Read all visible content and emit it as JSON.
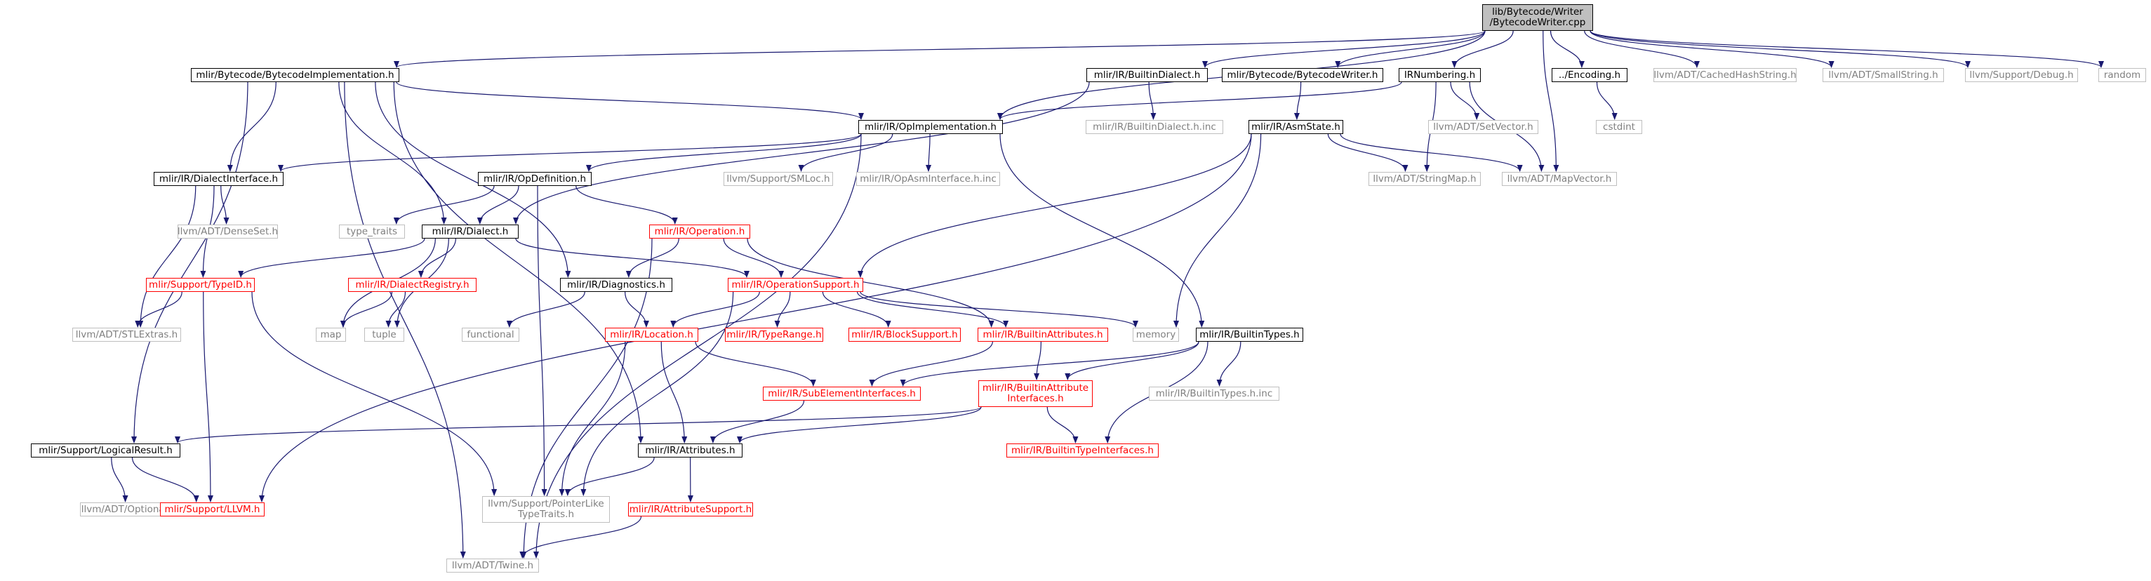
{
  "colors": {
    "edge": "#191970",
    "normal_border": "#000000",
    "missing_border": "#ff0000",
    "external_border": "#bfbfbf",
    "root_fill": "#bfbfbf"
  },
  "nodes": {
    "bytecode_writer_cpp": {
      "label": "lib/Bytecode/Writer\n/BytecodeWriter.cpp",
      "kind": "root"
    },
    "bytecode_implementation_h": {
      "label": "mlir/Bytecode/BytecodeImplementation.h",
      "kind": "normal"
    },
    "builtin_dialect_h": {
      "label": "mlir/IR/BuiltinDialect.h",
      "kind": "normal"
    },
    "bytecode_writer_h": {
      "label": "mlir/Bytecode/BytecodeWriter.h",
      "kind": "normal"
    },
    "ir_numbering_h": {
      "label": "IRNumbering.h",
      "kind": "normal"
    },
    "encoding_h": {
      "label": "../Encoding.h",
      "kind": "normal"
    },
    "cached_hash_string_h": {
      "label": "llvm/ADT/CachedHashString.h",
      "kind": "external"
    },
    "small_string_h": {
      "label": "llvm/ADT/SmallString.h",
      "kind": "external"
    },
    "debug_h": {
      "label": "llvm/Support/Debug.h",
      "kind": "external"
    },
    "random": {
      "label": "random",
      "kind": "external"
    },
    "op_implementation_h": {
      "label": "mlir/IR/OpImplementation.h",
      "kind": "normal"
    },
    "builtin_dialect_h_inc": {
      "label": "mlir/IR/BuiltinDialect.h.inc",
      "kind": "external"
    },
    "asm_state_h": {
      "label": "mlir/IR/AsmState.h",
      "kind": "normal"
    },
    "set_vector_h": {
      "label": "llvm/ADT/SetVector.h",
      "kind": "external"
    },
    "cstdint": {
      "label": "cstdint",
      "kind": "external"
    },
    "dialect_interface_h": {
      "label": "mlir/IR/DialectInterface.h",
      "kind": "normal"
    },
    "op_definition_h": {
      "label": "mlir/IR/OpDefinition.h",
      "kind": "normal"
    },
    "sm_loc_h": {
      "label": "llvm/Support/SMLoc.h",
      "kind": "external"
    },
    "op_asm_interface_h_inc": {
      "label": "mlir/IR/OpAsmInterface.h.inc",
      "kind": "external"
    },
    "string_map_h": {
      "label": "llvm/ADT/StringMap.h",
      "kind": "external"
    },
    "map_vector_h": {
      "label": "llvm/ADT/MapVector.h",
      "kind": "external"
    },
    "dense_set_h": {
      "label": "llvm/ADT/DenseSet.h",
      "kind": "external"
    },
    "type_traits": {
      "label": "type_traits",
      "kind": "external"
    },
    "dialect_h": {
      "label": "mlir/IR/Dialect.h",
      "kind": "normal"
    },
    "operation_h": {
      "label": "mlir/IR/Operation.h",
      "kind": "missing"
    },
    "type_id_h": {
      "label": "mlir/Support/TypeID.h",
      "kind": "missing"
    },
    "dialect_registry_h": {
      "label": "mlir/IR/DialectRegistry.h",
      "kind": "missing"
    },
    "diagnostics_h": {
      "label": "mlir/IR/Diagnostics.h",
      "kind": "normal"
    },
    "operation_support_h": {
      "label": "mlir/IR/OperationSupport.h",
      "kind": "missing"
    },
    "stl_extras_h": {
      "label": "llvm/ADT/STLExtras.h",
      "kind": "external"
    },
    "map": {
      "label": "map",
      "kind": "external"
    },
    "tuple": {
      "label": "tuple",
      "kind": "external"
    },
    "functional": {
      "label": "functional",
      "kind": "external"
    },
    "location_h": {
      "label": "mlir/IR/Location.h",
      "kind": "missing"
    },
    "type_range_h": {
      "label": "mlir/IR/TypeRange.h",
      "kind": "missing"
    },
    "block_support_h": {
      "label": "mlir/IR/BlockSupport.h",
      "kind": "missing"
    },
    "builtin_attributes_h": {
      "label": "mlir/IR/BuiltinAttributes.h",
      "kind": "missing"
    },
    "memory": {
      "label": "memory",
      "kind": "external"
    },
    "builtin_types_h": {
      "label": "mlir/IR/BuiltinTypes.h",
      "kind": "normal"
    },
    "sub_element_interfaces_h": {
      "label": "mlir/IR/SubElementInterfaces.h",
      "kind": "missing"
    },
    "builtin_attribute_interfaces_h": {
      "label": "mlir/IR/BuiltinAttribute\nInterfaces.h",
      "kind": "missing"
    },
    "builtin_types_h_inc": {
      "label": "mlir/IR/BuiltinTypes.h.inc",
      "kind": "external"
    },
    "logical_result_h": {
      "label": "mlir/Support/LogicalResult.h",
      "kind": "normal"
    },
    "attributes_h": {
      "label": "mlir/IR/Attributes.h",
      "kind": "normal"
    },
    "builtin_type_interfaces_h": {
      "label": "mlir/IR/BuiltinTypeInterfaces.h",
      "kind": "missing"
    },
    "optional_h": {
      "label": "llvm/ADT/Optional.h",
      "kind": "external"
    },
    "support_llvm_h": {
      "label": "mlir/Support/LLVM.h",
      "kind": "missing"
    },
    "pointer_like_type_traits_h": {
      "label": "llvm/Support/PointerLike\nTypeTraits.h",
      "kind": "external"
    },
    "attribute_support_h": {
      "label": "mlir/IR/AttributeSupport.h",
      "kind": "missing"
    },
    "twine_h": {
      "label": "llvm/ADT/Twine.h",
      "kind": "external"
    }
  },
  "edges": [
    [
      "bytecode_writer_cpp",
      "bytecode_implementation_h"
    ],
    [
      "bytecode_writer_cpp",
      "builtin_dialect_h"
    ],
    [
      "bytecode_writer_cpp",
      "bytecode_writer_h"
    ],
    [
      "bytecode_writer_cpp",
      "ir_numbering_h"
    ],
    [
      "bytecode_writer_cpp",
      "encoding_h"
    ],
    [
      "bytecode_writer_cpp",
      "cached_hash_string_h"
    ],
    [
      "bytecode_writer_cpp",
      "small_string_h"
    ],
    [
      "bytecode_writer_cpp",
      "debug_h"
    ],
    [
      "bytecode_writer_cpp",
      "random"
    ],
    [
      "bytecode_writer_cpp",
      "op_implementation_h"
    ],
    [
      "bytecode_writer_cpp",
      "map_vector_h"
    ],
    [
      "bytecode_implementation_h",
      "op_implementation_h"
    ],
    [
      "bytecode_implementation_h",
      "dialect_interface_h"
    ],
    [
      "bytecode_implementation_h",
      "dialect_h"
    ],
    [
      "bytecode_implementation_h",
      "diagnostics_h"
    ],
    [
      "bytecode_implementation_h",
      "logical_result_h"
    ],
    [
      "bytecode_implementation_h",
      "attributes_h"
    ],
    [
      "bytecode_implementation_h",
      "twine_h"
    ],
    [
      "builtin_dialect_h",
      "dialect_h"
    ],
    [
      "builtin_dialect_h",
      "builtin_dialect_h_inc"
    ],
    [
      "bytecode_writer_h",
      "asm_state_h"
    ],
    [
      "ir_numbering_h",
      "op_implementation_h"
    ],
    [
      "ir_numbering_h",
      "set_vector_h"
    ],
    [
      "ir_numbering_h",
      "string_map_h"
    ],
    [
      "ir_numbering_h",
      "map_vector_h"
    ],
    [
      "encoding_h",
      "cstdint"
    ],
    [
      "op_implementation_h",
      "dialect_interface_h"
    ],
    [
      "op_implementation_h",
      "op_definition_h"
    ],
    [
      "op_implementation_h",
      "sm_loc_h"
    ],
    [
      "op_implementation_h",
      "op_asm_interface_h_inc"
    ],
    [
      "op_implementation_h",
      "builtin_types_h"
    ],
    [
      "op_implementation_h",
      "twine_h"
    ],
    [
      "asm_state_h",
      "operation_support_h"
    ],
    [
      "asm_state_h",
      "string_map_h"
    ],
    [
      "asm_state_h",
      "map_vector_h"
    ],
    [
      "asm_state_h",
      "memory"
    ],
    [
      "asm_state_h",
      "support_llvm_h"
    ],
    [
      "dialect_interface_h",
      "dense_set_h"
    ],
    [
      "dialect_interface_h",
      "type_id_h"
    ],
    [
      "dialect_interface_h",
      "stl_extras_h"
    ],
    [
      "op_definition_h",
      "type_traits"
    ],
    [
      "op_definition_h",
      "dialect_h"
    ],
    [
      "op_definition_h",
      "operation_h"
    ],
    [
      "op_definition_h",
      "pointer_like_type_traits_h"
    ],
    [
      "dialect_h",
      "type_id_h"
    ],
    [
      "dialect_h",
      "dialect_registry_h"
    ],
    [
      "dialect_h",
      "operation_support_h"
    ],
    [
      "dialect_h",
      "map"
    ],
    [
      "dialect_h",
      "tuple"
    ],
    [
      "operation_h",
      "diagnostics_h"
    ],
    [
      "operation_h",
      "operation_support_h"
    ],
    [
      "operation_h",
      "builtin_attributes_h"
    ],
    [
      "operation_h",
      "twine_h"
    ],
    [
      "type_id_h",
      "stl_extras_h"
    ],
    [
      "type_id_h",
      "support_llvm_h"
    ],
    [
      "type_id_h",
      "pointer_like_type_traits_h"
    ],
    [
      "dialect_registry_h",
      "map"
    ],
    [
      "dialect_registry_h",
      "tuple"
    ],
    [
      "diagnostics_h",
      "functional"
    ],
    [
      "diagnostics_h",
      "location_h"
    ],
    [
      "operation_support_h",
      "location_h"
    ],
    [
      "operation_support_h",
      "type_range_h"
    ],
    [
      "operation_support_h",
      "block_support_h"
    ],
    [
      "operation_support_h",
      "builtin_attributes_h"
    ],
    [
      "operation_support_h",
      "memory"
    ],
    [
      "operation_support_h",
      "pointer_like_type_traits_h"
    ],
    [
      "location_h",
      "sub_element_interfaces_h"
    ],
    [
      "location_h",
      "attributes_h"
    ],
    [
      "location_h",
      "pointer_like_type_traits_h"
    ],
    [
      "builtin_attributes_h",
      "sub_element_interfaces_h"
    ],
    [
      "builtin_attributes_h",
      "builtin_attribute_interfaces_h"
    ],
    [
      "builtin_types_h",
      "sub_element_interfaces_h"
    ],
    [
      "builtin_types_h",
      "builtin_attribute_interfaces_h"
    ],
    [
      "builtin_types_h",
      "builtin_types_h_inc"
    ],
    [
      "builtin_types_h",
      "builtin_type_interfaces_h"
    ],
    [
      "sub_element_interfaces_h",
      "attributes_h"
    ],
    [
      "builtin_attribute_interfaces_h",
      "attributes_h"
    ],
    [
      "builtin_attribute_interfaces_h",
      "builtin_type_interfaces_h"
    ],
    [
      "builtin_attribute_interfaces_h",
      "logical_result_h"
    ],
    [
      "logical_result_h",
      "optional_h"
    ],
    [
      "logical_result_h",
      "support_llvm_h"
    ],
    [
      "attributes_h",
      "pointer_like_type_traits_h"
    ],
    [
      "attributes_h",
      "attribute_support_h"
    ],
    [
      "attribute_support_h",
      "twine_h"
    ]
  ]
}
